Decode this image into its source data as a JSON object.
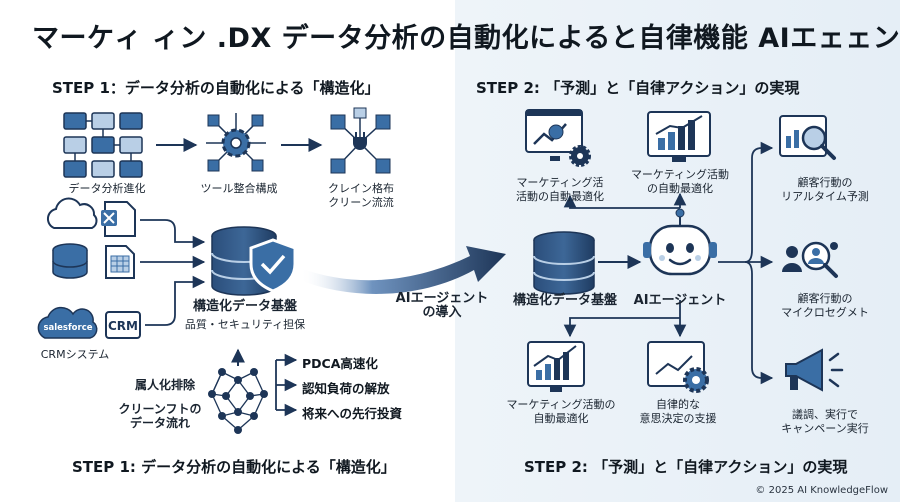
{
  "title": "マーケィ ィン .DX データ分析の自動化によると自律機能 AIエェェント",
  "step1": {
    "heading_top": "STEP 1：データ分析の自動化による「構造化」",
    "heading_bottom": "STEP 1: データ分析の自動化による「構造化」",
    "icon1_label": "データ分析進化",
    "icon2_label": "ツール整合構成",
    "icon3_label": "クレイン格布\nクリーン流流",
    "source_salesforce": "salesforce",
    "source_crm": "CRM",
    "source_caption": "CRMシステム",
    "platform_title": "構造化データ基盤",
    "platform_sub": "品質・セキュリティ担保",
    "network_label1": "属人化排除",
    "network_label2": "クリーンフトの\nデータ流れ",
    "benefits": [
      "PDCA高速化",
      "認知負荷の解放",
      "将来への先行投資"
    ]
  },
  "transition_label": "AIエージェント\nの導入",
  "step2": {
    "heading_top": "STEP 2: 「予測」と「自律アクション」の実現",
    "heading_bottom": "STEP 2: 「予測」と「自律アクション」の実現",
    "platform_title": "構造化データ基盤",
    "agent_title": "AIエージェント",
    "top1_label": "マーケティング活\n活動の自動最適化",
    "top2_label": "マーケティング活動\nの自動最適化",
    "bottom1_label": "マーケティング活動の\n自動最適化",
    "bottom2_label": "自律的な\n意思決定の支援",
    "right1_label": "顧客行動の\nリアルタイム予測",
    "right2_label": "顧客行動の\nマイクロセグメト",
    "right3_label": "議調、実行で\nキャンペーン実行"
  },
  "footer": "© 2025 AI KnowledgeFlow",
  "colors": {
    "navy": "#1d3557",
    "blue": "#3a6ea5",
    "light": "#b9cfe6",
    "bg_right": "#e8f0f7"
  }
}
